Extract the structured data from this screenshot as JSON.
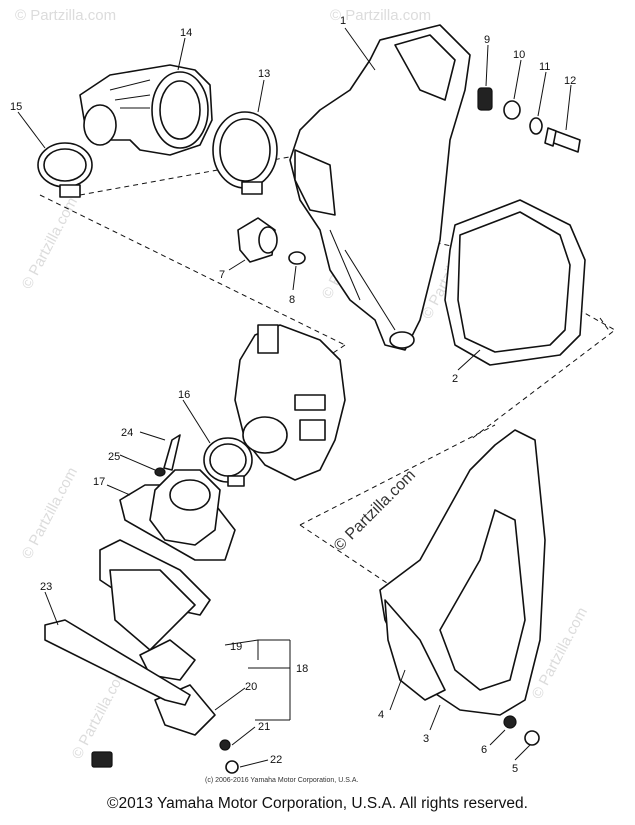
{
  "callouts": [
    "1",
    "2",
    "3",
    "4",
    "5",
    "6",
    "7",
    "8",
    "9",
    "10",
    "11",
    "12",
    "13",
    "14",
    "15",
    "16",
    "17",
    "18",
    "19",
    "20",
    "21",
    "22",
    "23",
    "24",
    "25"
  ],
  "watermark": {
    "text": "© Partzilla.com",
    "main_text": "© Partzilla.com"
  },
  "diagram_copyright": "(c) 2006-2016 Yamaha Motor Corporation, U.S.A.",
  "footer": "©2013 Yamaha Motor Corporation, U.S.A. All rights reserved."
}
